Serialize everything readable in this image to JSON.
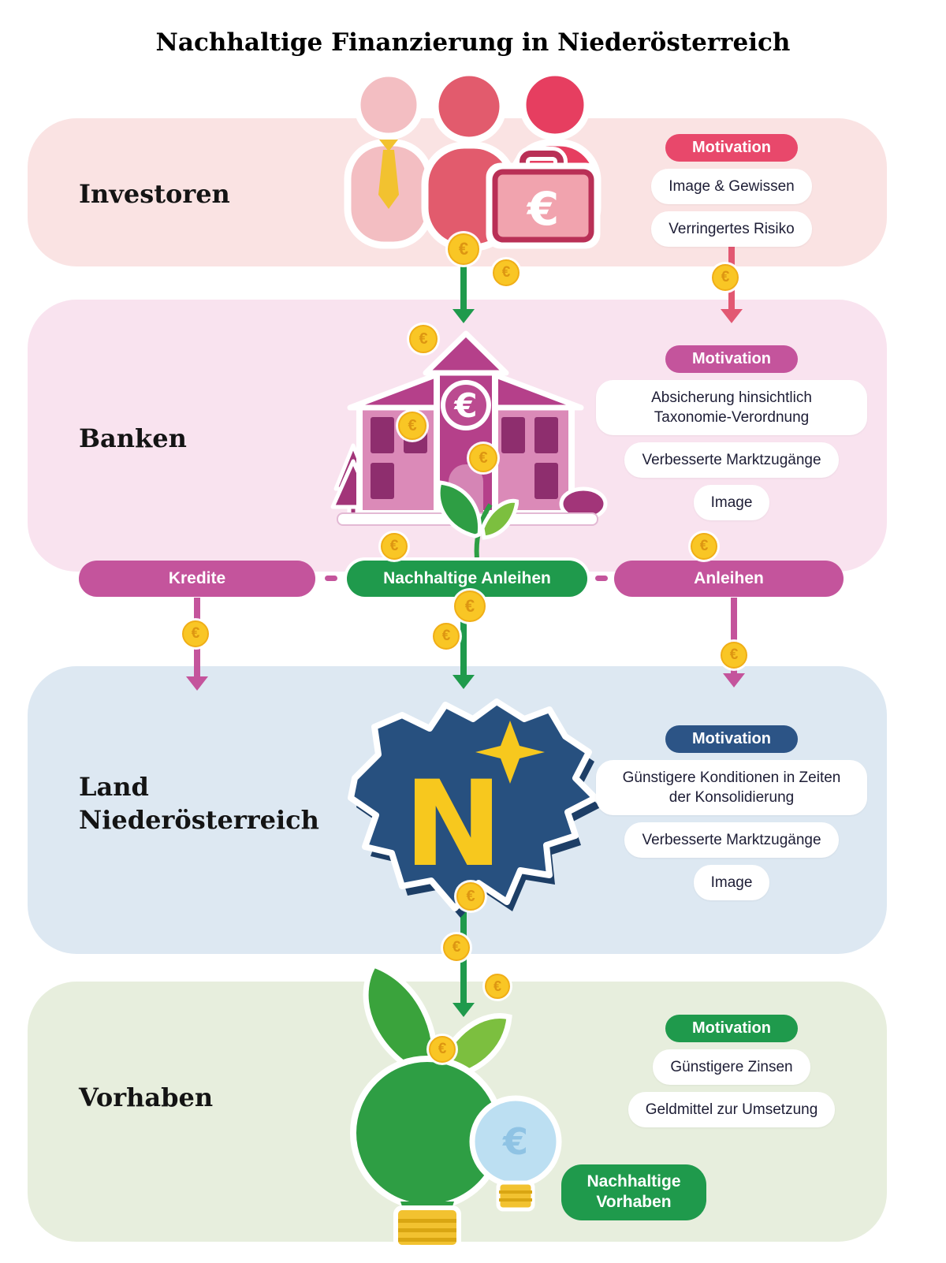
{
  "title": "Nachhaltige Finanzierung in Niederösterreich",
  "colors": {
    "investoren_band_bg": "#fae3e3",
    "banken_band_bg": "#f9e3ef",
    "land_band_bg": "#dde8f2",
    "vorhaben_band_bg": "#e7eedd",
    "investoren_accent": "#e8486b",
    "banken_accent": "#c4549c",
    "land_accent": "#2c5486",
    "vorhaben_accent": "#1f9a4c",
    "coin": "#f9c625"
  },
  "bands": [
    {
      "label": "Investoren",
      "motivation": {
        "title": "Motivation",
        "items": [
          "Image & Gewissen",
          "Verringertes Risiko"
        ]
      }
    },
    {
      "label": "Banken",
      "motivation": {
        "title": "Motivation",
        "items": [
          "Absicherung hinsichtlich Taxonomie-Verordnung",
          "Verbesserte Marktzugänge",
          "Image"
        ]
      }
    },
    {
      "label": "Land Niederösterreich",
      "motivation": {
        "title": "Motivation",
        "items": [
          "Günstigere Konditionen in Zeiten der Konsolidierung",
          "Verbesserte Marktzugänge",
          "Image"
        ]
      }
    },
    {
      "label": "Vorhaben",
      "motivation": {
        "title": "Motivation",
        "items": [
          "Günstigere Zinsen",
          "Geldmittel zur Umsetzung"
        ]
      }
    }
  ],
  "connectors": [
    {
      "label": "Kredite"
    },
    {
      "label": "Nachhaltige Anleihen"
    },
    {
      "label": "Anleihen"
    }
  ],
  "badges": {
    "nachhaltige_vorhaben": "Nachhaltige Vorhaben"
  },
  "coin_symbol": "€",
  "icon_symbols": {
    "briefcase_euro": "€",
    "bank_euro": "€",
    "map_letter": "N",
    "bulb_euro": "€"
  }
}
